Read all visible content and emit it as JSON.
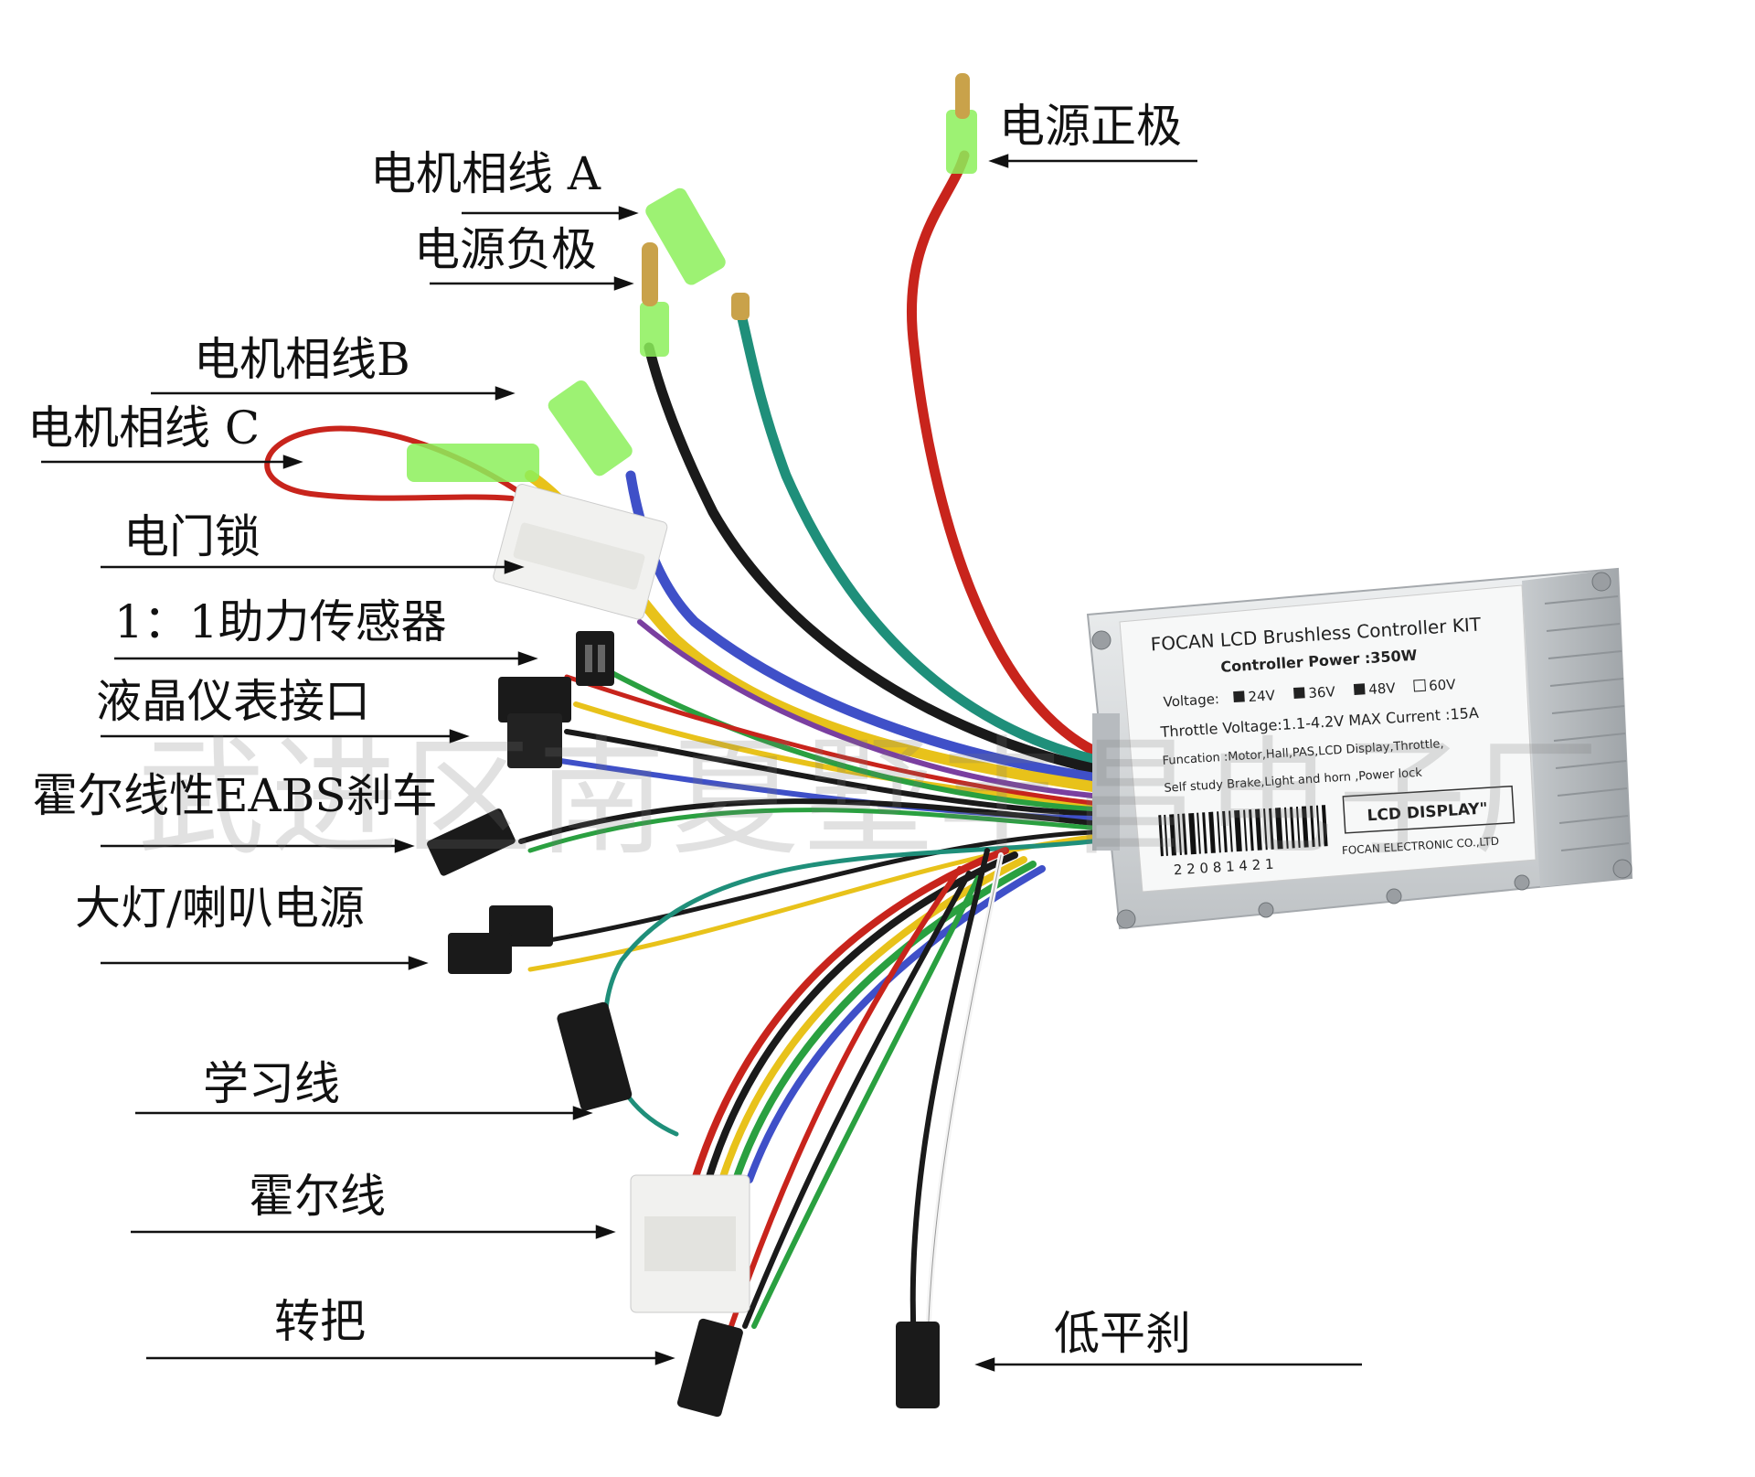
{
  "labels": {
    "power_positive": "电源正极",
    "motor_phase_a": "电机相线 A",
    "power_negative": "电源负极",
    "motor_phase_b": "电机相线B",
    "motor_phase_c": "电机相线 C",
    "ignition_lock": "电门锁",
    "pas_sensor": "1：1助力传感器",
    "lcd_interface": "液晶仪表接口",
    "eabs_brake": "霍尔线性EABS刹车",
    "light_horn_power": "大灯/喇叭电源",
    "learning_wire": "学习线",
    "hall_wire": "霍尔线",
    "throttle": "转把",
    "low_level_brake": "低平刹"
  },
  "controller": {
    "title": "FOCAN LCD Brushless Controller KIT",
    "power": "Controller Power :350W",
    "voltage_label": "Voltage:",
    "voltages": [
      "24V",
      "36V",
      "48V",
      "60V"
    ],
    "throttle_spec": "Throttle Voltage:1.1-4.2V MAX Current :15A",
    "function_spec": "Funcation :Motor,Hall,PAS,LCD Display,Throttle,",
    "function_spec2": "Self study Brake,Light and horn ,Power lock",
    "lcd_badge": "LCD DISPLAY\"",
    "barcode_number": "2 2 0 8   1 4 2 1",
    "maker": "FOCAN ELECTRONIC CO.,LTD"
  },
  "watermark": "武进区南夏墅丰昌电子厂",
  "colors": {
    "red": "#c8241c",
    "black": "#1a1a1a",
    "teal": "#1f8f7a",
    "blue": "#3f50c8",
    "yellow": "#e8c21a",
    "green": "#2aa040",
    "purple": "#7a3fa0",
    "connector_green": "#8cf05a",
    "aluminum": "#d4d7da"
  }
}
